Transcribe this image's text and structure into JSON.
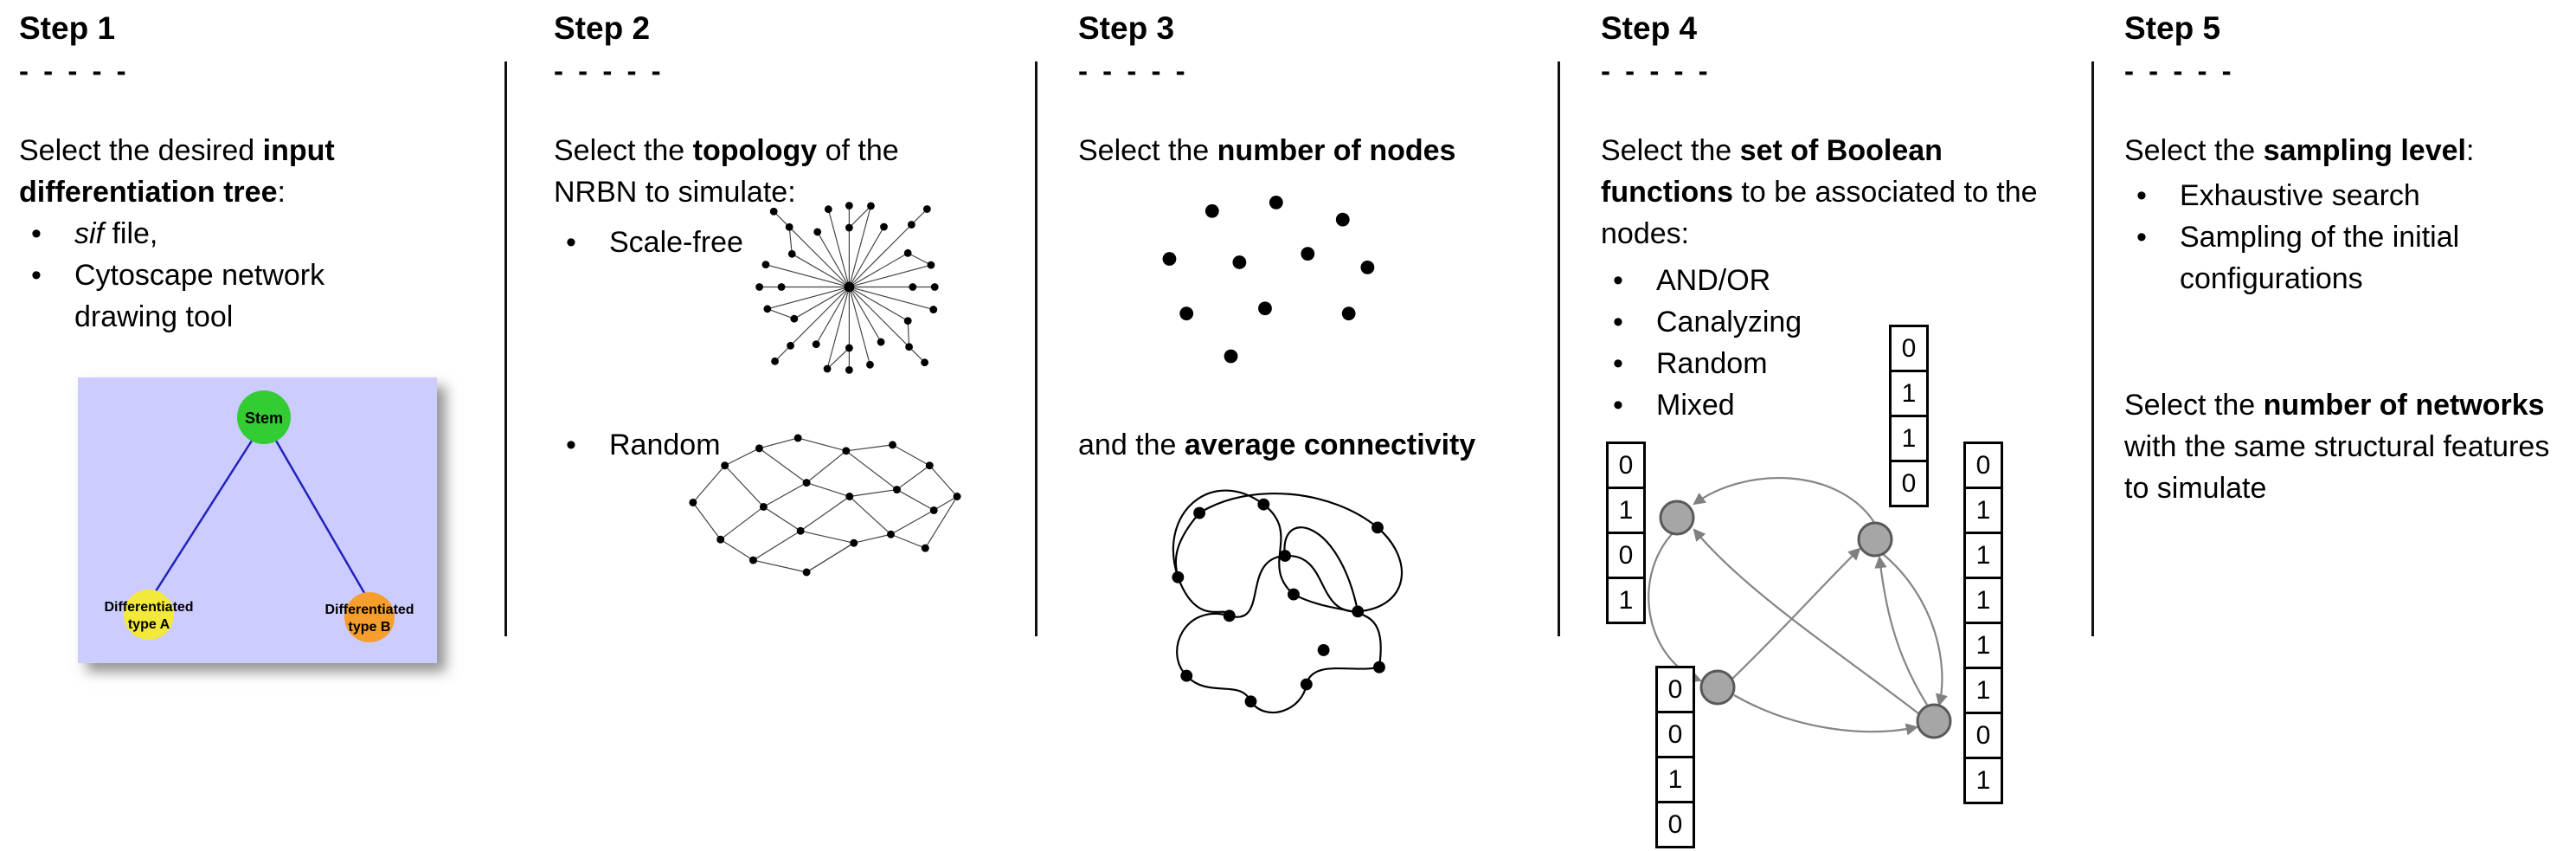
{
  "bullet_char": "•",
  "steps": [
    {
      "title": "Step 1",
      "dashes": "- - - - -",
      "intro": [
        {
          "t": "Select the desired "
        },
        {
          "t": "input differentiation tree",
          "b": true
        },
        {
          "t": ":"
        }
      ],
      "bullets": [
        [
          {
            "t": "sif",
            "i": true
          },
          {
            "t": " file,"
          }
        ],
        [
          {
            "t": "Cytoscape network drawing tool"
          }
        ]
      ],
      "figure": {
        "background": "#ccccff",
        "edge_color": "#2222bb",
        "nodes": [
          {
            "label_lines": [
              "Stem"
            ],
            "color": "#33cc33"
          },
          {
            "label_lines": [
              "Differentiated",
              "type A"
            ],
            "color": "#f2e93a"
          },
          {
            "label_lines": [
              "Differentiated",
              "type B"
            ],
            "color": "#f59e2d"
          }
        ]
      }
    },
    {
      "title": "Step 2",
      "dashes": "- - - - -",
      "intro": [
        {
          "t": "Select the "
        },
        {
          "t": "topology",
          "b": true
        },
        {
          "t": " of the NRBN to simulate:"
        }
      ],
      "bullets": [
        [
          {
            "t": "Scale-free"
          }
        ],
        [
          {
            "t": "Random"
          }
        ]
      ]
    },
    {
      "title": "Step 3",
      "dashes": "- - - - -",
      "intro": [
        {
          "t": "Select the "
        },
        {
          "t": "number of nodes",
          "b": true
        }
      ],
      "second": [
        {
          "t": "and the "
        },
        {
          "t": "average connectivity",
          "b": true
        }
      ]
    },
    {
      "title": "Step 4",
      "dashes": "- - - - -",
      "intro": [
        {
          "t": "Select the "
        },
        {
          "t": "set of Boolean functions",
          "b": true
        },
        {
          "t": " to be associated to the nodes:"
        }
      ],
      "bullets": [
        [
          {
            "t": "AND/OR"
          }
        ],
        [
          {
            "t": "Canalyzing"
          }
        ],
        [
          {
            "t": "Random"
          }
        ],
        [
          {
            "t": "Mixed"
          }
        ]
      ],
      "truth_tables": {
        "left": [
          "0",
          "1",
          "0",
          "1"
        ],
        "top": [
          "0",
          "1",
          "1",
          "0"
        ],
        "bottom": [
          "0",
          "0",
          "1",
          "0"
        ],
        "right": [
          "0",
          "1",
          "1",
          "1",
          "1",
          "1",
          "0",
          "1"
        ]
      }
    },
    {
      "title": "Step 5",
      "dashes": "- - - - -",
      "intro": [
        {
          "t": "Select the "
        },
        {
          "t": "sampling level",
          "b": true
        },
        {
          "t": ":"
        }
      ],
      "bullets": [
        [
          {
            "t": "Exhaustive search"
          }
        ],
        [
          {
            "t": "Sampling of the initial configurations"
          }
        ]
      ],
      "second": [
        {
          "t": "Select the "
        },
        {
          "t": "number of networks",
          "b": true
        },
        {
          "t": " with the same structural features to simulate"
        }
      ]
    }
  ]
}
